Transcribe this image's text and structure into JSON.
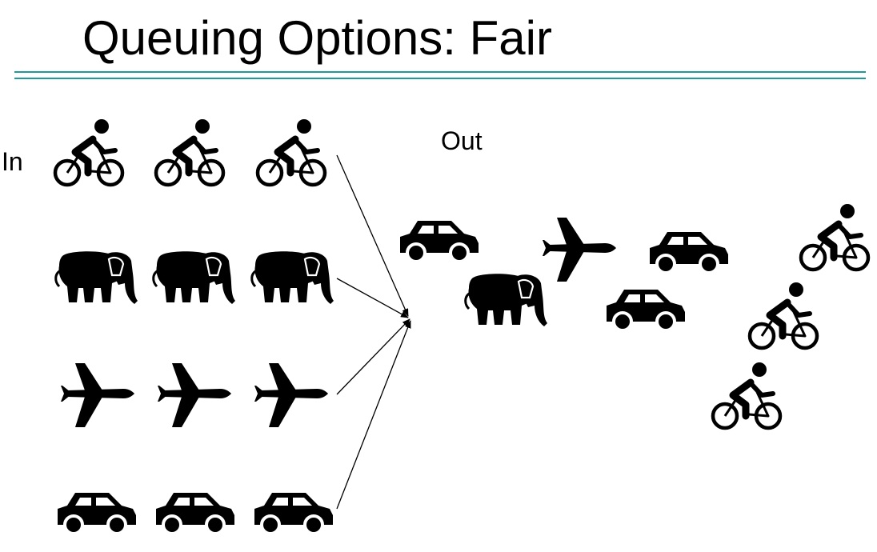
{
  "title": "Queuing Options: Fair",
  "labels": {
    "in": "In",
    "out": "Out"
  },
  "icons": {
    "input_rows": [
      "bicycle-icon",
      "elephant-icon",
      "airplane-icon",
      "car-icon"
    ],
    "per_row": 3,
    "output": [
      "car-icon",
      "elephant-icon",
      "airplane-icon",
      "car-icon",
      "car-icon",
      "bicycle-icon",
      "bicycle-icon",
      "bicycle-icon"
    ]
  },
  "colors": {
    "accent_rule": "#1f9a9a",
    "icon": "#000000"
  }
}
